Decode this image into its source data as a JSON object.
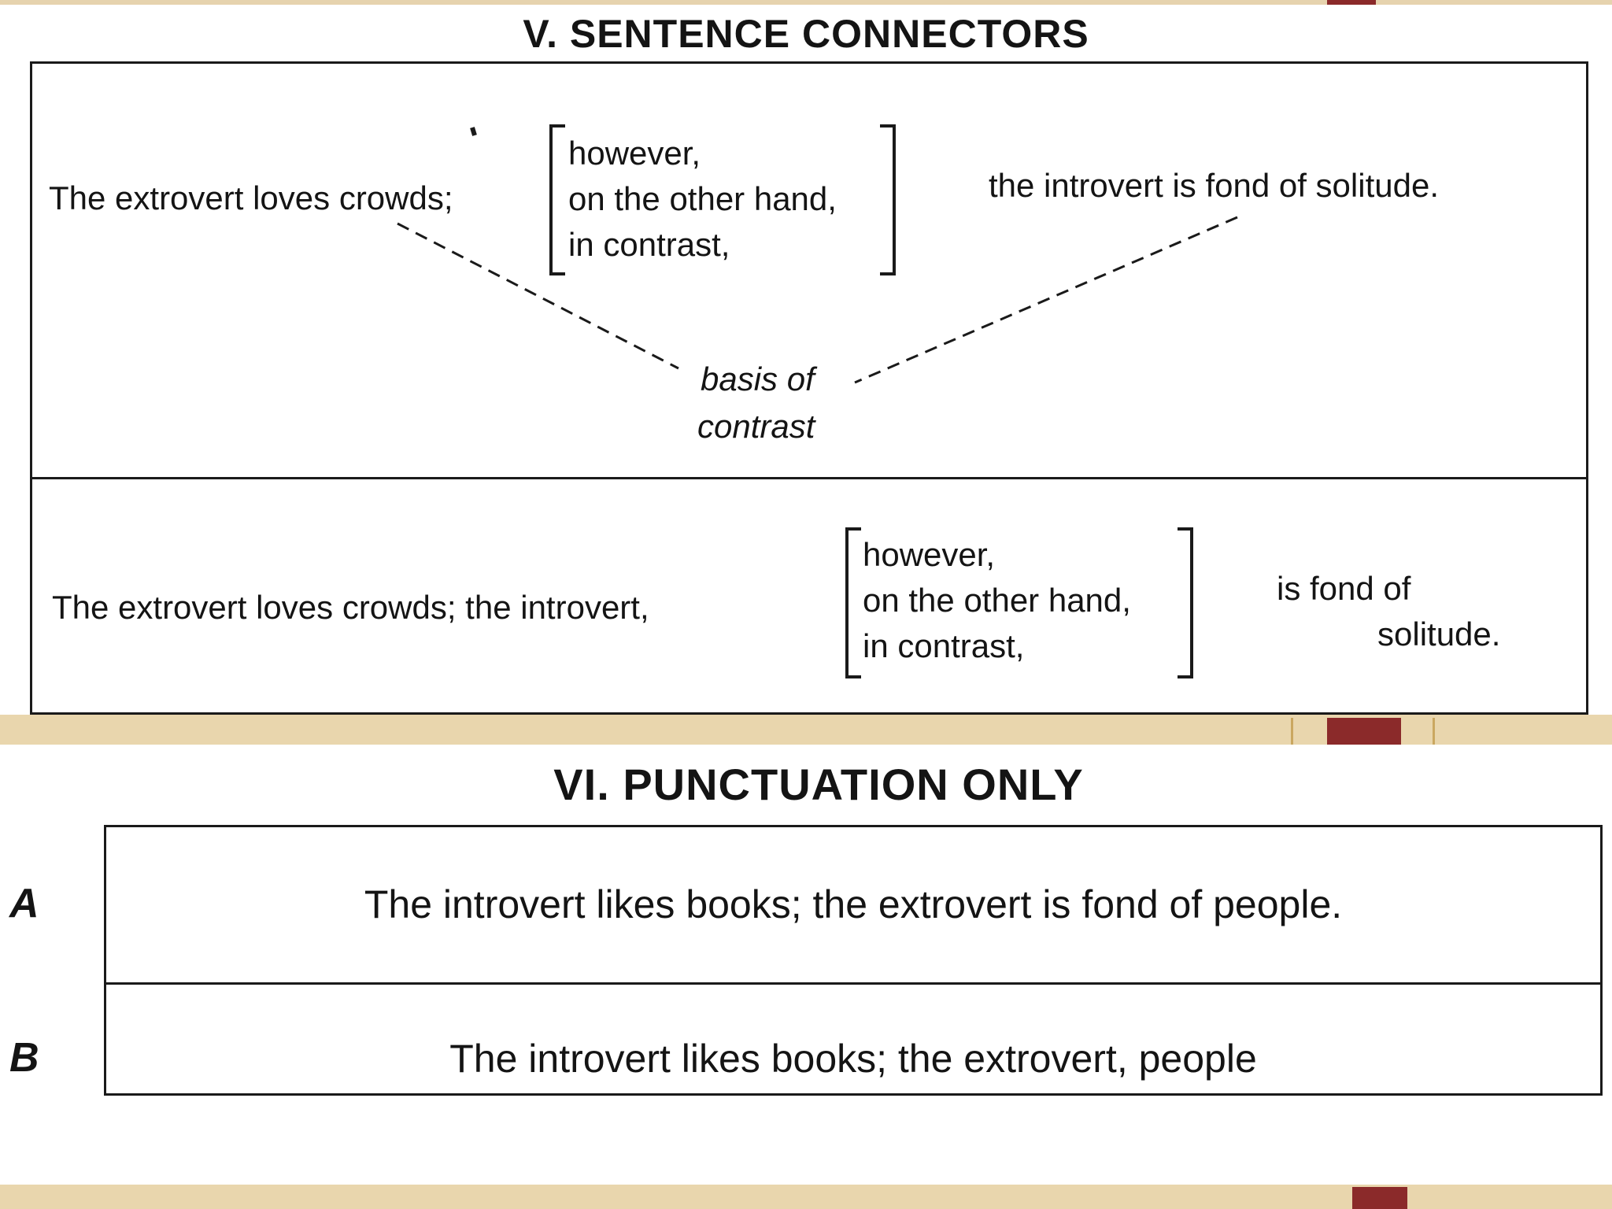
{
  "section_v": {
    "title": "V. SENTENCE CONNECTORS",
    "row1": {
      "lead": "The extrovert loves crowds;",
      "connectors": [
        "however,",
        "on the other hand,",
        "in contrast,"
      ],
      "tail": "the introvert is fond of solitude.",
      "basis_line1": "basis of",
      "basis_line2": "contrast"
    },
    "row2": {
      "lead": "The extrovert loves crowds; the introvert,",
      "connectors": [
        "however,",
        "on the other hand,",
        "in contrast,"
      ],
      "tail_line1": "is fond of",
      "tail_line2": "solitude."
    }
  },
  "section_vi": {
    "title": "VI.  PUNCTUATION ONLY",
    "rows": [
      {
        "label": "A",
        "text": "The introvert likes books; the extrovert is fond of people."
      },
      {
        "label": "B",
        "text": "The introvert likes books; the extrovert, people"
      }
    ]
  }
}
